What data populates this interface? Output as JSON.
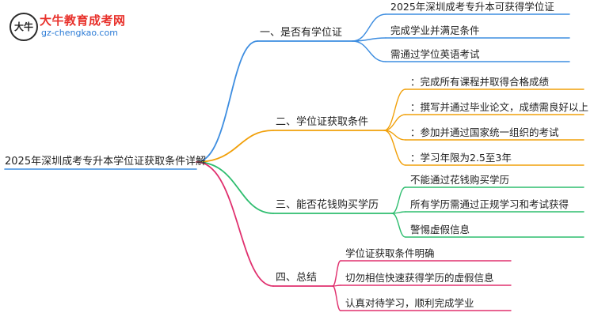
{
  "logo": {
    "badge_text": "大牛",
    "title": "大牛教育成考网",
    "url": "gz-chengkao.com"
  },
  "root": "2025年深圳成考专升本学位证获取条件详解",
  "branches": [
    {
      "label": "一、是否有学位证",
      "color": "#3d8de0",
      "leaves": [
        "2025年深圳成考专升本可获得学位证",
        "完成学业并满足条件",
        "需通过学位英语考试"
      ]
    },
    {
      "label": "二、学位证获取条件",
      "color": "#f1a00a",
      "leaves": [
        "：完成所有课程并取得合格成绩",
        "：撰写并通过毕业论文，成绩需良好以上",
        "：参加并通过国家统一组织的考试",
        "：学习年限为2.5至3年"
      ]
    },
    {
      "label": "三、能否花钱购买学历",
      "color": "#2ebd6f",
      "leaves": [
        "不能通过花钱购买学历",
        "所有学历需通过正规学习和考试获得",
        "警惕虚假信息"
      ]
    },
    {
      "label": "四、总结",
      "color": "#e0306e",
      "leaves": [
        "学位证获取条件明确",
        "切勿相信快速获得学历的虚假信息",
        "认真对待学习，顺利完成学业"
      ]
    }
  ]
}
